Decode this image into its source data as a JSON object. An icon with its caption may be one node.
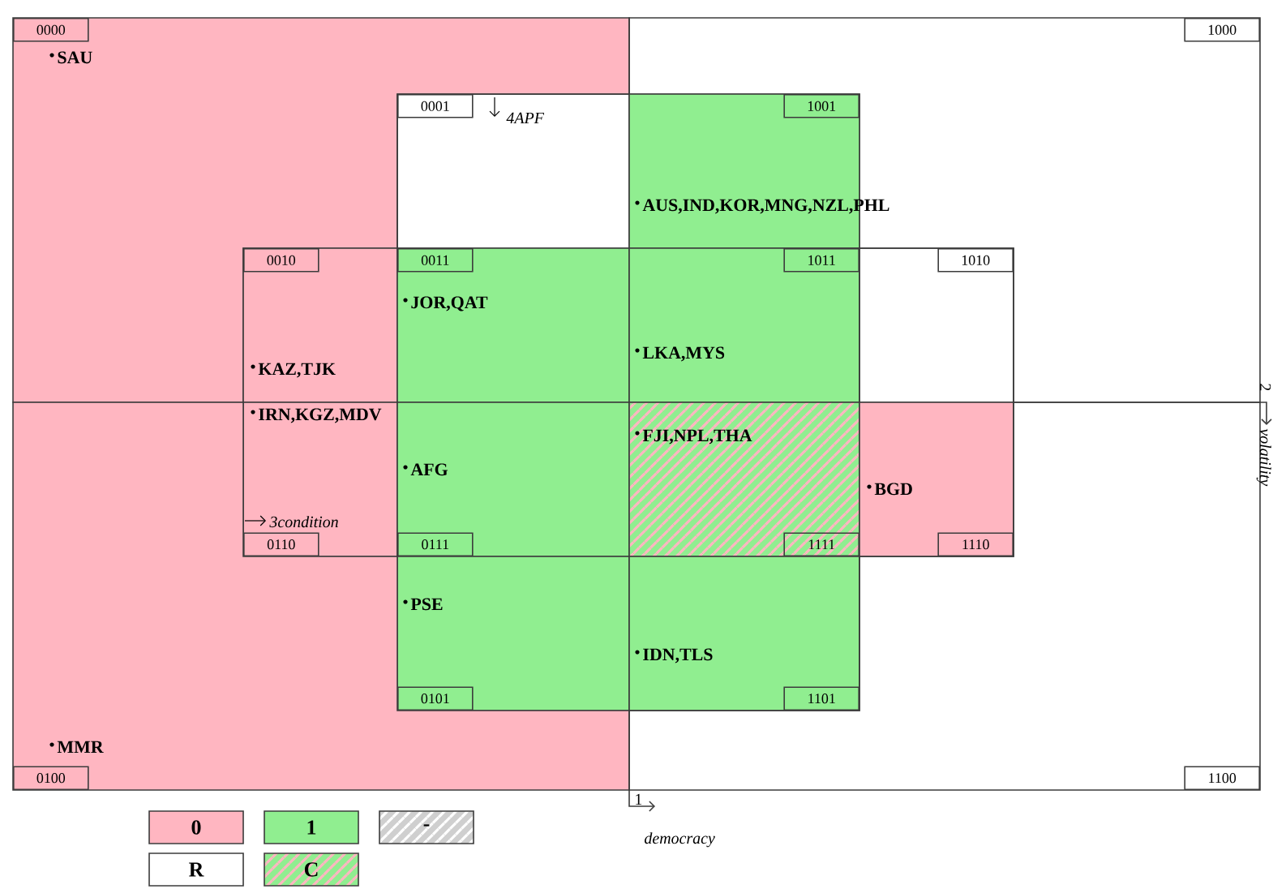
{
  "diagram": {
    "nodes": [
      {
        "text": [
          "0000",
          "SAU"
        ]
      },
      {
        "text": [
          "1000"
        ]
      },
      {
        "text": [
          "0001"
        ]
      },
      {
        "text": [
          "1001",
          "AUS,IND,KOR,MNG,NZL,PHL"
        ]
      },
      {
        "text": [
          "0010",
          "KAZ,TJK"
        ]
      },
      {
        "text": [
          "0011",
          "JOR,QAT"
        ]
      },
      {
        "text": [
          "1011",
          "LKA,MYS"
        ]
      },
      {
        "text": [
          "1010"
        ]
      },
      {
        "text": [
          "IRN,KGZ,MDV",
          "0110"
        ]
      },
      {
        "text": [
          "AFG",
          "0111"
        ]
      },
      {
        "text": [
          "FJI,NPL,THA",
          "1111"
        ]
      },
      {
        "text": [
          "BGD",
          "1110"
        ]
      },
      {
        "text": [
          "PSE",
          "0101"
        ]
      },
      {
        "text": [
          "IDN,TLS",
          "1101"
        ]
      },
      {
        "text": [
          "MMR",
          "0100"
        ]
      },
      {
        "text": [
          "1100"
        ]
      }
    ],
    "labels": [
      "4APF",
      "3condition",
      "2",
      "volatility",
      "1",
      "democracy"
    ],
    "legend": [
      {
        "text": "0",
        "color": "#ffb6c1"
      },
      {
        "text": "1",
        "color": "#90ee90"
      },
      {
        "text": "-"
      },
      {
        "text": "R"
      },
      {
        "text": "C"
      }
    ]
  }
}
